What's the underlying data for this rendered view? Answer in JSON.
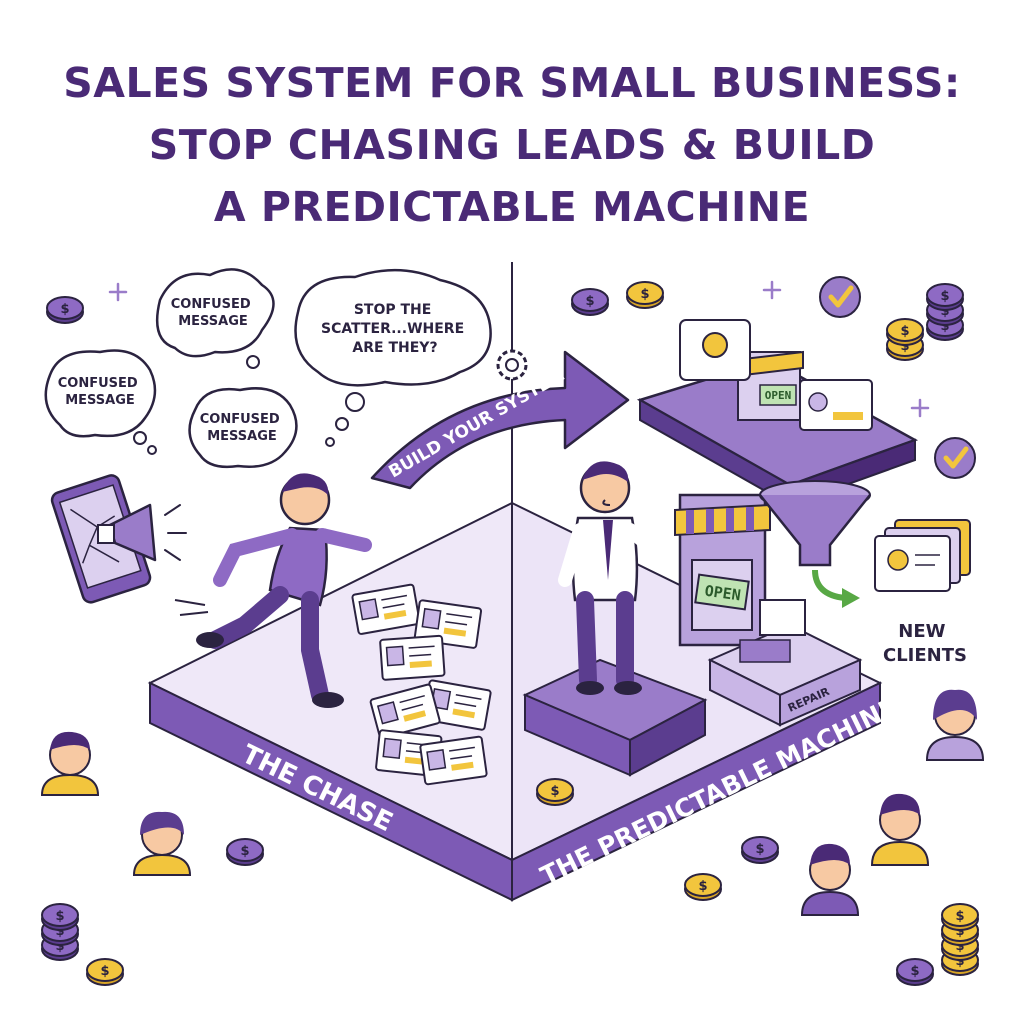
{
  "title": {
    "line1": "SALES SYSTEM FOR SMALL BUSINESS:",
    "line2": "STOP CHASING LEADS & BUILD",
    "line3": "A PREDICTABLE MACHINE"
  },
  "bubbles": {
    "b1": [
      "CONFUSED",
      "MESSAGE"
    ],
    "b2": [
      "CONFUSED",
      "MESSAGE"
    ],
    "b3": [
      "CONFUSED",
      "MESSAGE"
    ],
    "thought": [
      "STOP THE",
      "SCATTER...WHERE",
      "ARE THEY?"
    ]
  },
  "arrow_label": "BUILD YOUR SYSTEM",
  "left_label": "THE CHASE",
  "right_label": "THE PREDICTABLE MACHINE",
  "new_clients": [
    "NEW",
    "CLIENTS"
  ],
  "signs": {
    "shop": "OPEN",
    "conveyor": "OPEN",
    "register": "REPAIR"
  },
  "colors": {
    "primary": "#4a2a76",
    "purple": "#7d5ab5",
    "light_purple": "#ece4f7",
    "coin_gold": "#f2c53d",
    "accent_green": "#58a845"
  }
}
